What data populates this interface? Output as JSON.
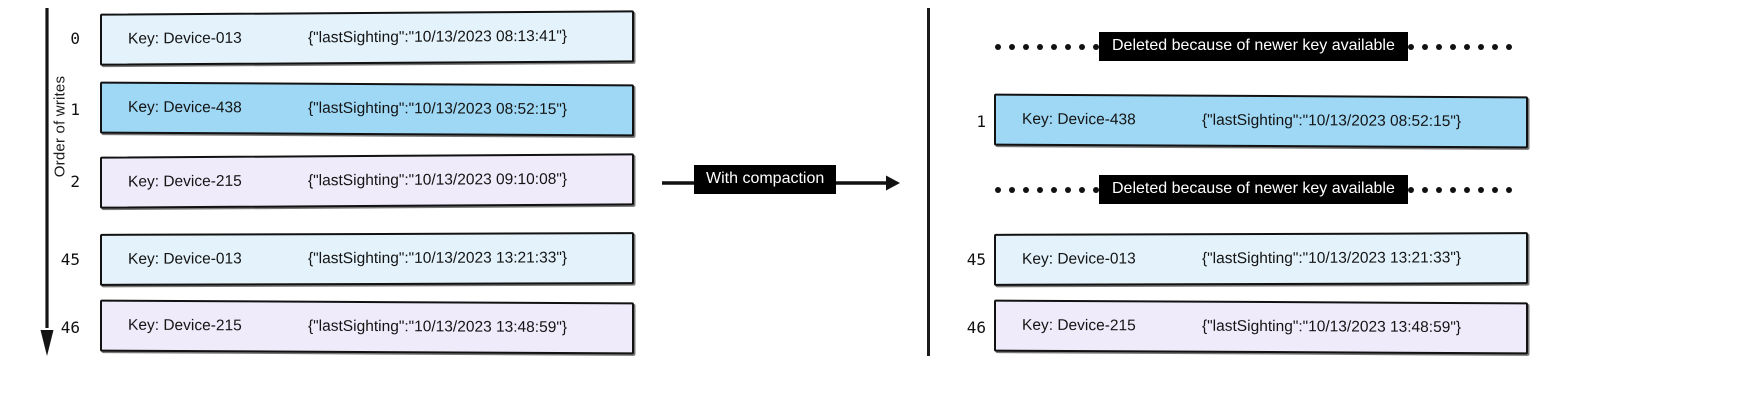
{
  "diagram": {
    "axis": {
      "label": "Order of writes",
      "arrow_icon": "down-arrow-icon"
    },
    "transform": {
      "label": "With compaction",
      "arrow_icon": "right-arrow-icon"
    },
    "columns": {
      "left_title": "",
      "right_title": ""
    },
    "before": {
      "name": "uncompacted-log",
      "records": [
        {
          "index": "0",
          "key": "Key: Device-013",
          "value": "{\"lastSighting\":\"10/13/2023 08:13:41\"}",
          "fill": "#e3f2fb",
          "style": "blue-pale"
        },
        {
          "index": "1",
          "key": "Key: Device-438",
          "value": "{\"lastSighting\":\"10/13/2023 08:52:15\"}",
          "fill": "#9ed8f5",
          "style": "blue-solid"
        },
        {
          "index": "2",
          "key": "Key: Device-215",
          "value": "{\"lastSighting\":\"10/13/2023 09:10:08\"}",
          "fill": "#efebfa",
          "style": "lilac"
        },
        {
          "index": "45",
          "key": "Key: Device-013",
          "value": "{\"lastSighting\":\"10/13/2023 13:21:33\"}",
          "fill": "#e3f2fb",
          "style": "blue-pale"
        },
        {
          "index": "46",
          "key": "Key: Device-215",
          "value": "{\"lastSighting\":\"10/13/2023 13:48:59\"}",
          "fill": "#efebfa",
          "style": "lilac"
        }
      ]
    },
    "after": {
      "name": "compacted-log",
      "rows": [
        {
          "kind": "deleted",
          "text": "Deleted because of newer key available"
        },
        {
          "kind": "record",
          "index": "1",
          "key": "Key: Device-438",
          "value": "{\"lastSighting\":\"10/13/2023 08:52:15\"}",
          "fill": "#9ed8f5",
          "style": "blue-solid"
        },
        {
          "kind": "deleted",
          "text": "Deleted because of newer key available"
        },
        {
          "kind": "record",
          "index": "45",
          "key": "Key: Device-013",
          "value": "{\"lastSighting\":\"10/13/2023 13:21:33\"}",
          "fill": "#e3f2fb",
          "style": "blue-pale"
        },
        {
          "kind": "record",
          "index": "46",
          "key": "Key: Device-215",
          "value": "{\"lastSighting\":\"10/13/2023 13:48:59\"}",
          "fill": "#efebfa",
          "style": "lilac"
        }
      ]
    },
    "colors": {
      "ink": "#121212",
      "banner_bg": "#000000",
      "banner_fg": "#ffffff"
    }
  }
}
